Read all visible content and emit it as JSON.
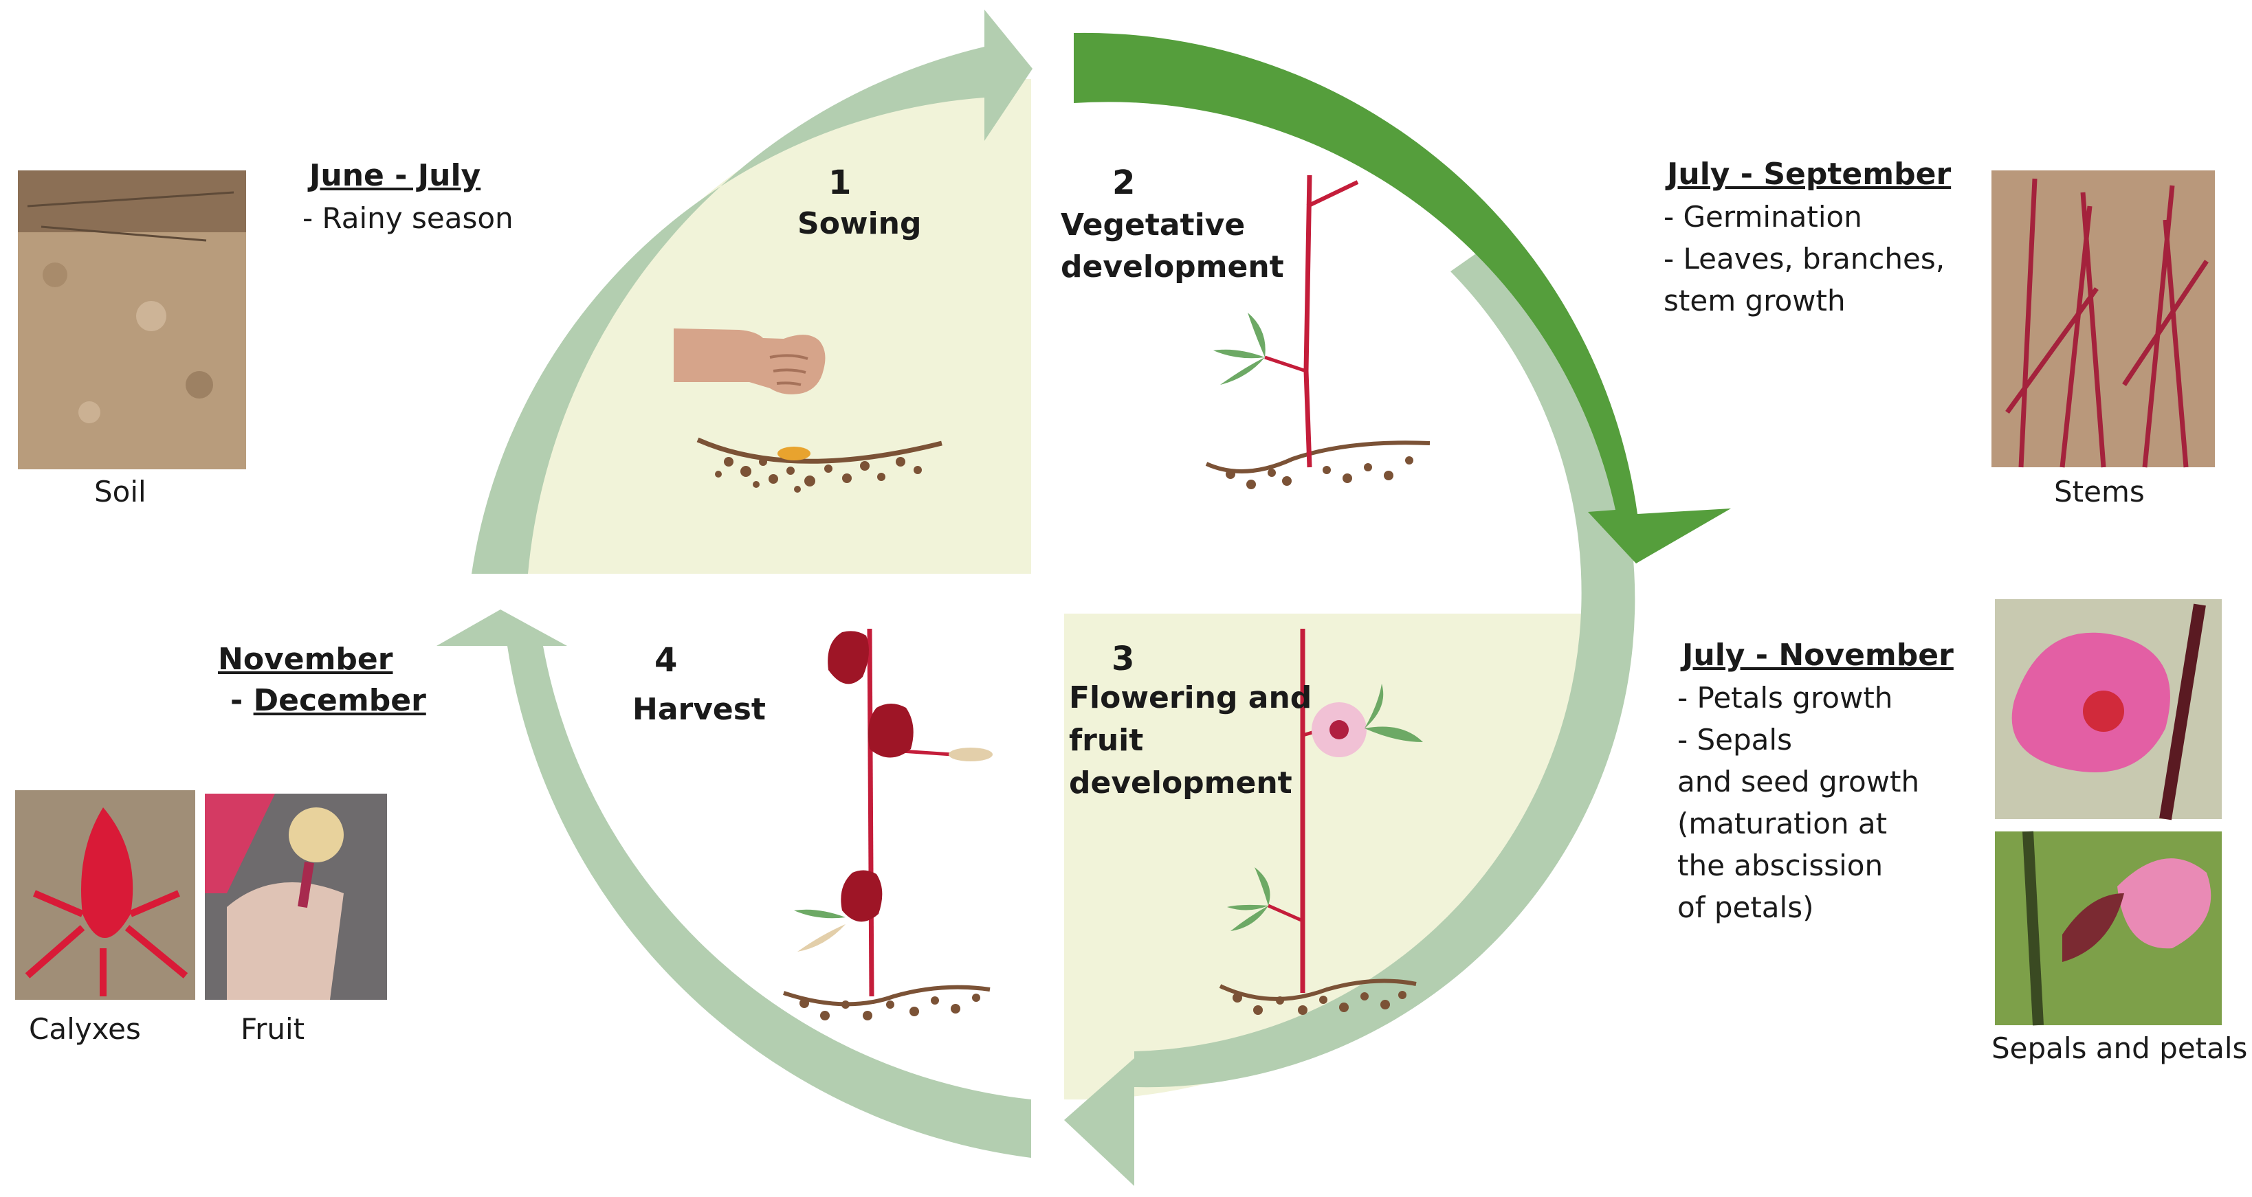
{
  "colors": {
    "arrow_light": "#b3ceb0",
    "arrow_dark": "#559e3c",
    "panel": "#f1f3d9",
    "stem": "#c41d3a",
    "leaf": "#6da965",
    "soil": "#7b5236"
  },
  "stages": [
    {
      "number": "1",
      "name": "Sowing"
    },
    {
      "number": "2",
      "name_lines": [
        "Vegetative",
        "development"
      ]
    },
    {
      "number": "3",
      "name_lines": [
        "Flowering and",
        "fruit",
        "development"
      ]
    },
    {
      "number": "4",
      "name": "Harvest"
    }
  ],
  "seasons": {
    "june_july": {
      "title": "June - July",
      "lines": [
        "-  Rainy season"
      ]
    },
    "july_september": {
      "title": "July - September",
      "lines": [
        "-  Germination",
        "- Leaves, branches,",
        "stem growth"
      ]
    },
    "july_november": {
      "title": "July - November",
      "lines": [
        "- Petals growth",
        "- Sepals",
        "and seed growth",
        "(maturation at",
        "the abscission",
        "of petals)"
      ]
    },
    "november_december": {
      "title_part1": "November",
      "title_prefix": "- ",
      "title_part2": "December"
    }
  },
  "photos": {
    "soil": {
      "caption": "Soil"
    },
    "stems": {
      "caption": "Stems"
    },
    "calyxes": {
      "caption": "Calyxes"
    },
    "fruit": {
      "caption": "Fruit"
    },
    "sepals_petals": {
      "caption": "Sepals and petals"
    }
  }
}
